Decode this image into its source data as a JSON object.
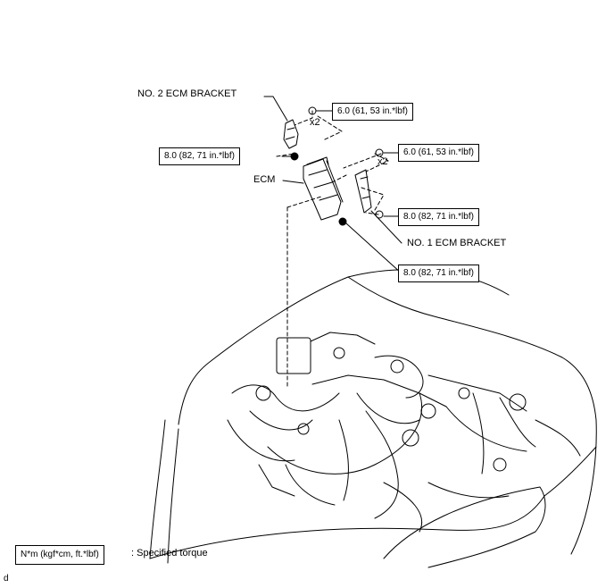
{
  "labels": {
    "no2_bracket": "NO. 2 ECM BRACKET",
    "no1_bracket": "NO. 1 ECM BRACKET",
    "ecm": "ECM",
    "x2_top": "x2",
    "x2_right": "x2"
  },
  "torques": {
    "top_bolt": "6.0 (61, 53 in.*lbf)",
    "left_nut": "8.0 (82, 71 in.*lbf)",
    "right_bolt": "6.0 (61, 53 in.*lbf)",
    "right_lower_nut": "8.0 (82, 71 in.*lbf)",
    "bottom_nut": "8.0 (82, 71 in.*lbf)"
  },
  "legend": {
    "unit_box": "N*m (kgf*cm, ft.*lbf)",
    "description": ": Specified torque"
  },
  "corner_mark": "d"
}
